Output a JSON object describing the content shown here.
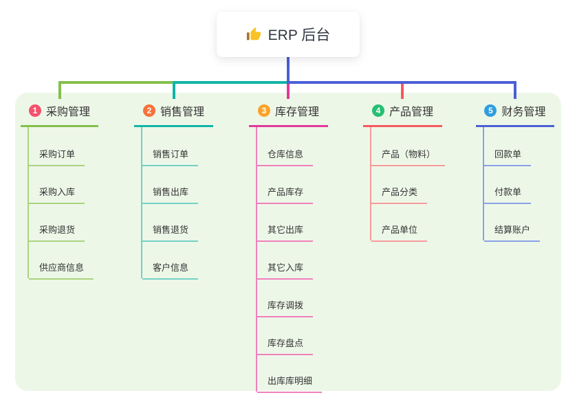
{
  "root": {
    "icon": "thumbs-up-icon",
    "title": "ERP 后台"
  },
  "colors": {
    "panel_bg": "#edf7e8",
    "connector": "#4a5fd5",
    "text": "#333333"
  },
  "branches": [
    {
      "index": "1",
      "title": "采购管理",
      "color": "#84bf4a",
      "light": "#a9d37f",
      "badge_color": "#f4516c",
      "children": [
        "采购订单",
        "采购入库",
        "采购退货",
        "供应商信息"
      ]
    },
    {
      "index": "2",
      "title": "销售管理",
      "color": "#10b5a5",
      "light": "#74d0c5",
      "badge_color": "#f6733c",
      "children": [
        "销售订单",
        "销售出库",
        "销售退货",
        "客户信息"
      ]
    },
    {
      "index": "3",
      "title": "库存管理",
      "color": "#e2399b",
      "light": "#f080bc",
      "badge_color": "#f8a329",
      "children": [
        "仓库信息",
        "产品库存",
        "其它出库",
        "其它入库",
        "库存调拨",
        "库存盘点",
        "出库库明细"
      ]
    },
    {
      "index": "4",
      "title": "产品管理",
      "color": "#f4595d",
      "light": "#f79b9b",
      "badge_color": "#27bf73",
      "children": [
        "产品（物料）",
        "产品分类",
        "产品单位"
      ]
    },
    {
      "index": "5",
      "title": "财务管理",
      "color": "#4a5fd5",
      "light": "#8aa1e6",
      "badge_color": "#2f9ee0",
      "children": [
        "回款单",
        "付款单",
        "结算账户"
      ]
    }
  ]
}
